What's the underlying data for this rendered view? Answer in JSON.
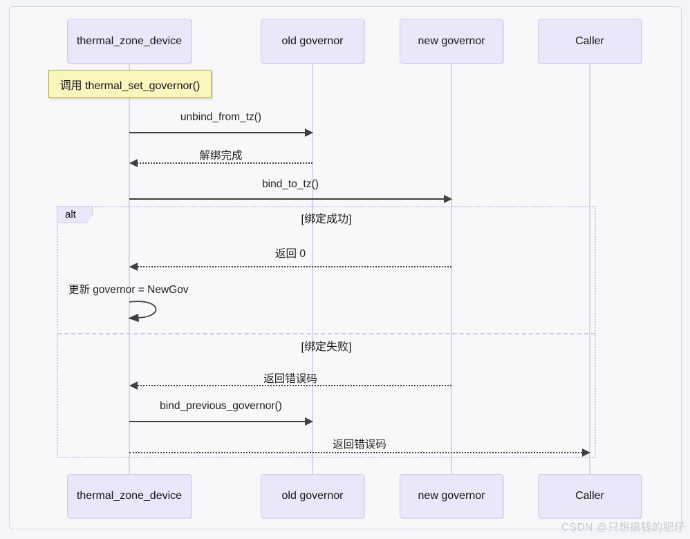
{
  "diagram": {
    "type": "sequence",
    "participants": [
      "thermal_zone_device",
      "old governor",
      "new governor",
      "Caller"
    ],
    "note": {
      "text": "调用 thermal_set_governor()"
    },
    "messages": [
      {
        "label": "unbind_from_tz()",
        "from": "thermal_zone_device",
        "to": "old governor",
        "line": "solid"
      },
      {
        "label": "解绑完成",
        "from": "old governor",
        "to": "thermal_zone_device",
        "line": "dashed"
      },
      {
        "label": "bind_to_tz()",
        "from": "thermal_zone_device",
        "to": "new governor",
        "line": "solid"
      },
      {
        "label": "返回 0",
        "from": "new governor",
        "to": "thermal_zone_device",
        "line": "dashed"
      },
      {
        "label": "更新 governor = NewGov",
        "from": "thermal_zone_device",
        "to": "thermal_zone_device",
        "line": "self"
      },
      {
        "label": "返回错误码",
        "from": "new governor",
        "to": "thermal_zone_device",
        "line": "dashed"
      },
      {
        "label": "bind_previous_governor()",
        "from": "thermal_zone_device",
        "to": "old governor",
        "line": "solid"
      },
      {
        "label": "返回错误码",
        "from": "thermal_zone_device",
        "to": "Caller",
        "line": "dashed"
      }
    ],
    "alt_frame": {
      "label": "alt",
      "conditions": [
        "[绑定成功]",
        "[绑定失败]"
      ]
    },
    "colors": {
      "participant_fill": "#e9e8fb",
      "participant_border": "#cfccf0",
      "lifeline": "#d9d4ee",
      "note_fill": "#fbf5be",
      "note_border": "#a9a93b",
      "arrow": "#3f3f3f",
      "frame_border": "#cfc9e8",
      "text": "#1f1f1f"
    }
  },
  "watermark": "CSDN @只想搞钱的肥仔"
}
